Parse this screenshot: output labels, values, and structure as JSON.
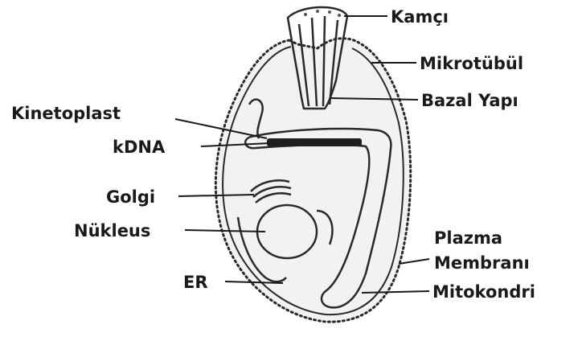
{
  "labels": {
    "kamci": "Kamçı",
    "mikrotubul": "Mikrotübül",
    "bazal_yapi": "Bazal Yapı",
    "kinetoplast": "Kinetoplast",
    "kdna": "kDNA",
    "golgi": "Golgi",
    "nukleus": "Nükleus",
    "plazma": "Plazma",
    "membrani": "Membranı",
    "er": "ER",
    "mitokondri": "Mitokondri"
  },
  "colors": {
    "ink": "#1a1a1a",
    "cell_fill": "#f2f2f2",
    "background": "#ffffff"
  }
}
